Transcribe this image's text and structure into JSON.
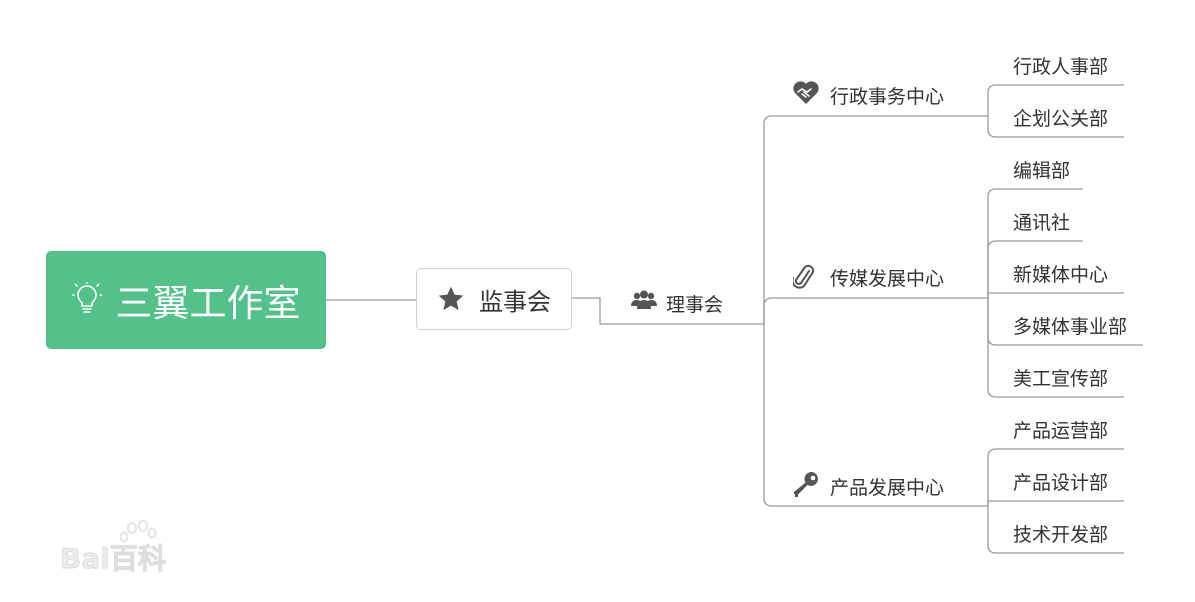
{
  "root": {
    "title": "三翼工作室",
    "icon": "lightbulb-icon",
    "color": "#52c18a"
  },
  "supervisory": {
    "label": "监事会",
    "icon": "star-icon"
  },
  "board": {
    "label": "理事会",
    "icon": "people-icon"
  },
  "centers": [
    {
      "label": "行政事务中心",
      "icon": "handshake-heart-icon",
      "departments": [
        "行政人事部",
        "企划公关部"
      ]
    },
    {
      "label": "传媒发展中心",
      "icon": "paperclip-icon",
      "departments": [
        "编辑部",
        "通讯社",
        "新媒体中心",
        "多媒体事业部",
        "美工宣传部"
      ]
    },
    {
      "label": "产品发展中心",
      "icon": "key-icon",
      "departments": [
        "产品运营部",
        "产品设计部",
        "技术开发部"
      ]
    }
  ],
  "watermark": {
    "text": "Bai百科",
    "icon": "baidu-paw-icon"
  },
  "colors": {
    "line": "#9a9a9a",
    "icon": "#555555",
    "box_border": "#cfcfcf"
  }
}
